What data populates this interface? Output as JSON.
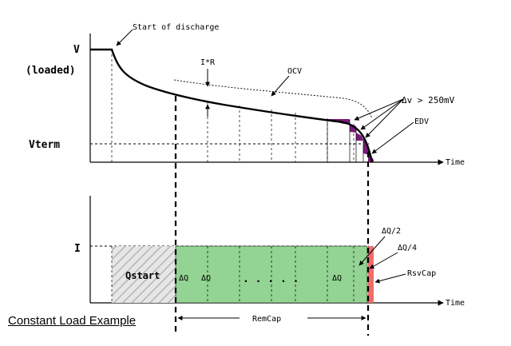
{
  "upper_plot": {
    "y_label_v": "V",
    "y_label_loaded": "(loaded)",
    "y_label_vterm": "Vterm",
    "x_label": "Time",
    "start_label": "Start of discharge",
    "ir_label": "I*R",
    "ocv_label": "OCV",
    "delta_v_label": "Δv > 250mV",
    "edv_label": "EDV",
    "step_color": "#7a1a7a"
  },
  "lower_plot": {
    "y_label_i": "I",
    "x_label": "Time",
    "qstart_label": "Qstart",
    "dq_labels": [
      "ΔQ",
      "ΔQ",
      "ΔQ"
    ],
    "dots_label": ". . . . .",
    "dq_half_label": "ΔQ/2",
    "dq_quarter_label": "ΔQ/4",
    "rsvcap_label": "RsvCap",
    "remcap_label": "RemCap",
    "fill_green": "#93d393",
    "fill_red": "#f26b6b"
  },
  "caption": "Constant Load Example"
}
